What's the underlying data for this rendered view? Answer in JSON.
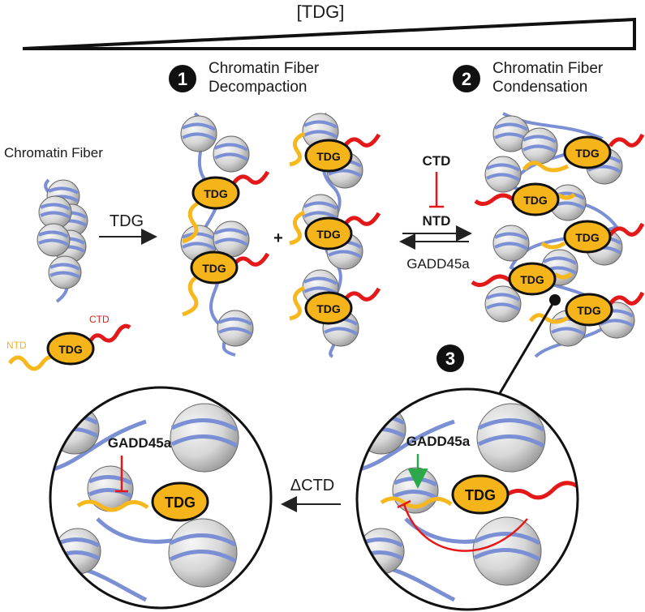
{
  "header": {
    "gradient_label": "[TDG]"
  },
  "steps": {
    "step1": {
      "number": "1",
      "line1": "Chromatin Fiber",
      "line2": "Decompaction"
    },
    "step2": {
      "number": "2",
      "line1": "Chromatin Fiber",
      "line2": "Condensation"
    },
    "step3": {
      "number": "3"
    }
  },
  "left": {
    "fiber_label": "Chromatin Fiber",
    "arrow_label": "TDG",
    "legend": {
      "ntd": "NTD",
      "ctd": "CTD",
      "protein": "TDG"
    }
  },
  "middle": {
    "plus": "+",
    "ctd_label": "CTD",
    "ntd_label": "NTD",
    "gadd_label": "GADD45a"
  },
  "zoom": {
    "right_gadd": "GADD45a",
    "left_gadd": "GADD45a",
    "delta_ctd": "ΔCTD",
    "protein": "TDG"
  },
  "colors": {
    "tdg_fill": "#f5b41a",
    "ntd": "#f7b81e",
    "ctd": "#e41818",
    "dna": "#7b8fd4",
    "nucleosome": "#d9d9d9",
    "activate": "#2ba84a",
    "inhibit": "#e41818"
  }
}
